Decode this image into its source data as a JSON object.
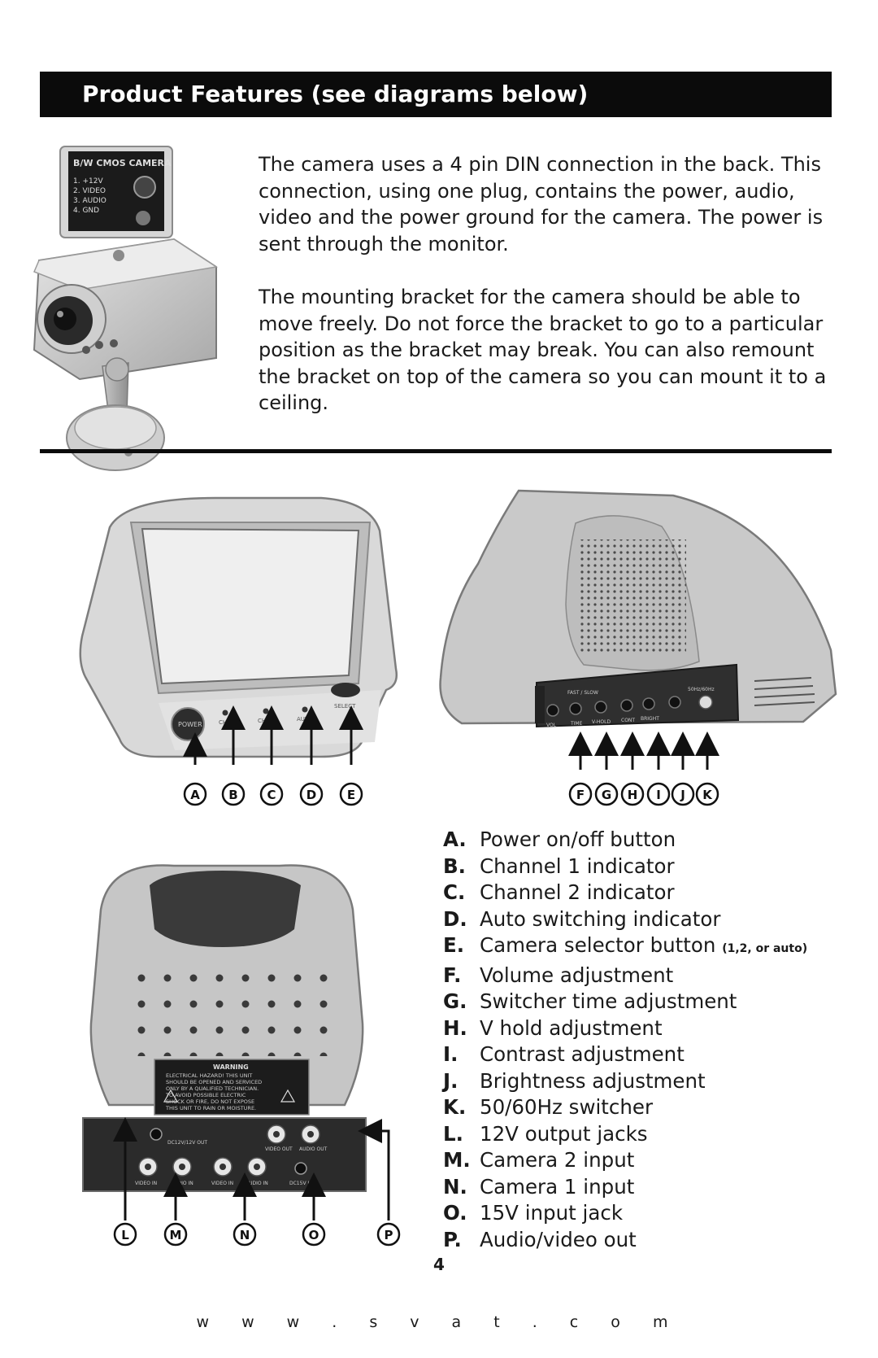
{
  "header": {
    "title": "Product Features (see diagrams below)"
  },
  "intro": {
    "paragraph_1": "The camera uses a 4 pin DIN connection in the back. This connection, using one plug, contains the power, audio, video and the power ground  for the camera. The power is sent through the monitor.",
    "paragraph_2": "The mounting bracket for the camera should be able to move freely. Do not force the bracket to go to a particular position as the bracket may break. You can also remount the bracket on top of the camera so you can mount it to a ceiling."
  },
  "camera_label": [
    "B/W CMOS CAMERA",
    "1. +12V",
    "2. VIDEO",
    "3. AUDIO",
    "4. GND"
  ],
  "front_panel": {
    "power": "POWER",
    "ch1": "CH1",
    "ch2": "CH2",
    "auto": "AUTO",
    "select": "SELECT"
  },
  "side_panel": {
    "vol": "VOL",
    "time": "TIME",
    "vhold": "V-HOLD",
    "cont": "CONT",
    "bright": "BRIGHT",
    "hz": "50Hz/60Hz",
    "fast_slow": "FAST / SLOW"
  },
  "rear_panel": {
    "warning": [
      "WARNING",
      "ELECTRICAL HAZARD! THIS UNIT",
      "SHOULD BE OPENED AND SERVICED",
      "ONLY BY A QUALIFIED TECHNICIAN.",
      "TO AVOID POSSIBLE ELECTRIC",
      "SHOCK OR FIRE, DO NOT EXPOSE",
      "THIS UNIT TO RAIN OR MOISTURE."
    ],
    "dc_out": "DC12V/12V OUT",
    "video_out": "VIDEO OUT",
    "audio_out": "AUDIO OUT",
    "video_in_2": "VIDEO IN",
    "audio_in_2": "AUDIO IN",
    "video_in_1": "VIDEO IN",
    "audio_in_1": "AUDIO IN",
    "dc_in": "DC15V IN"
  },
  "callouts": {
    "front": [
      "A",
      "B",
      "C",
      "D",
      "E"
    ],
    "side": [
      "F",
      "G",
      "H",
      "I",
      "J",
      "K"
    ],
    "rear": [
      "L",
      "M",
      "N",
      "O",
      "P"
    ]
  },
  "legend": [
    {
      "key": "A.",
      "text": "Power on/off button"
    },
    {
      "key": "B.",
      "text": "Channel 1 indicator"
    },
    {
      "key": "C.",
      "text": "Channel 2 indicator"
    },
    {
      "key": "D.",
      "text": "Auto switching indicator"
    },
    {
      "key": "E.",
      "text": "Camera selector button",
      "note": "(1,2, or auto)"
    },
    {
      "key": "F.",
      "text": "Volume adjustment"
    },
    {
      "key": "G.",
      "text": "Switcher time adjustment"
    },
    {
      "key": "H.",
      "text": "V hold adjustment"
    },
    {
      "key": "I.",
      "text": "Contrast adjustment"
    },
    {
      "key": "J.",
      "text": "Brightness adjustment"
    },
    {
      "key": "K.",
      "text": "50/60Hz switcher"
    },
    {
      "key": "L.",
      "text": "12V output jacks"
    },
    {
      "key": "M.",
      "text": "Camera 2 input"
    },
    {
      "key": "N.",
      "text": "Camera 1 input"
    },
    {
      "key": "O.",
      "text": "15V input jack"
    },
    {
      "key": "P.",
      "text": "Audio/video out"
    }
  ],
  "page_number": "4",
  "footer": "w w w . s v a t . c o m"
}
